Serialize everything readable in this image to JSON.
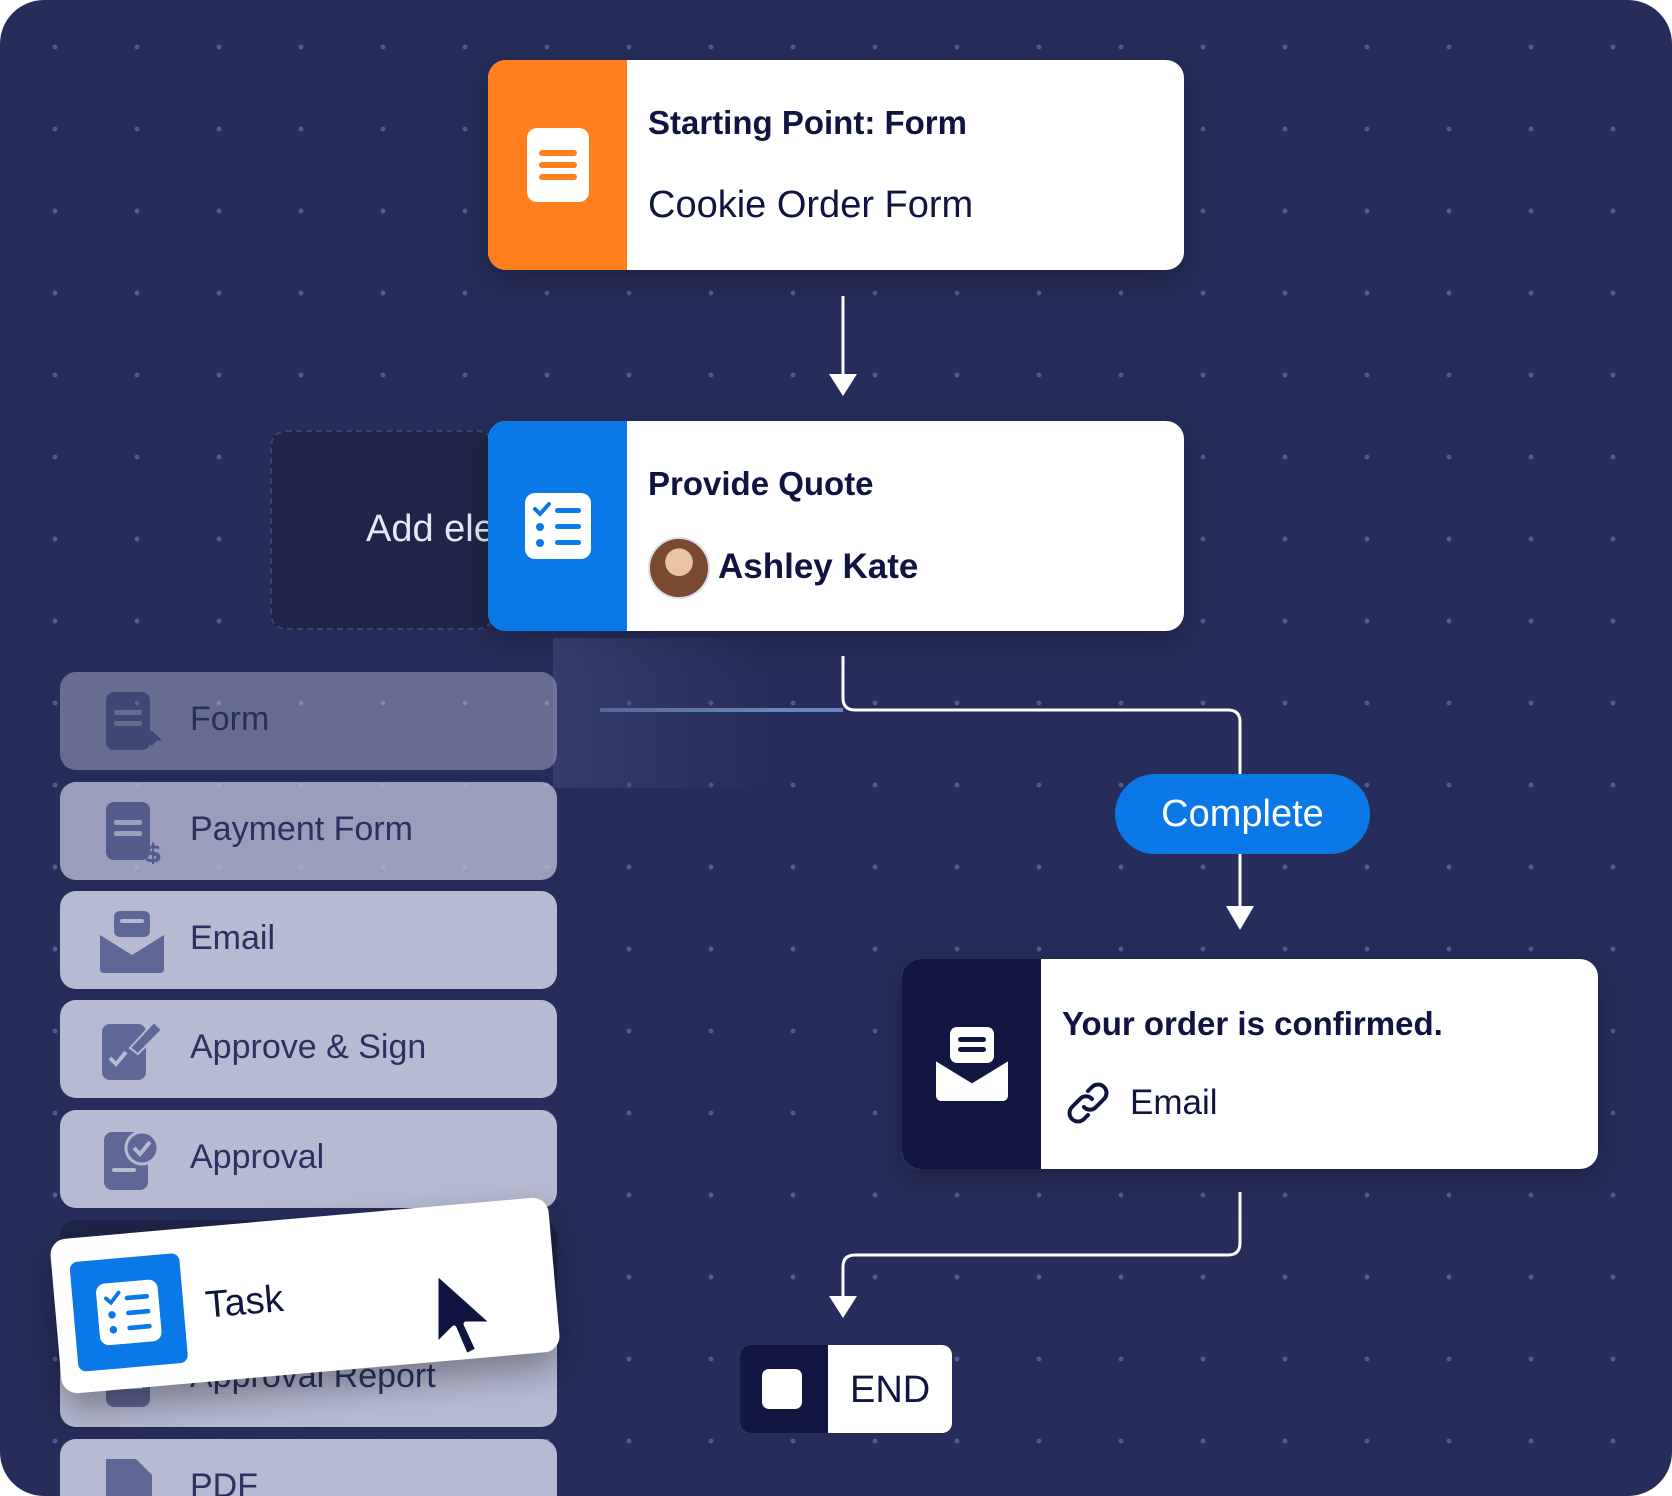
{
  "colors": {
    "canvas": "#262d5a",
    "form_accent": "#ff7e1d",
    "task_accent": "#0a78e6",
    "email_accent": "#121742",
    "palette_item": "#b7bbd2"
  },
  "nodes": {
    "start": {
      "label": "Starting Point: Form",
      "title": "Cookie Order Form",
      "icon": "form-icon"
    },
    "task": {
      "label": "Provide Quote",
      "assignee": "Ashley Kate",
      "icon": "task-checklist-icon"
    },
    "email": {
      "label": "Your order is confirmed.",
      "type": "Email",
      "icon": "envelope-icon"
    },
    "end": {
      "label": "END"
    }
  },
  "add_element_text": "Add ele",
  "branch_label": "Complete",
  "palette": {
    "items": [
      {
        "label": "Form",
        "icon": "form-icon"
      },
      {
        "label": "Payment Form",
        "icon": "payment-form-icon"
      },
      {
        "label": "Email",
        "icon": "envelope-icon"
      },
      {
        "label": "Approve & Sign",
        "icon": "approve-sign-icon"
      },
      {
        "label": "Approval",
        "icon": "approval-icon"
      },
      {
        "label": "Approval Report",
        "icon": "approval-report-icon"
      },
      {
        "label": "PDF",
        "icon": "pdf-icon"
      }
    ]
  },
  "dragged_item": {
    "label": "Task",
    "icon": "task-checklist-icon"
  }
}
